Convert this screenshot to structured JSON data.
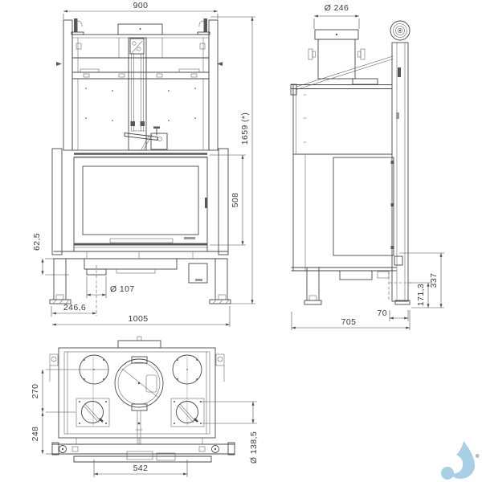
{
  "title": "fireplace-technical-drawing",
  "colors": {
    "line": "#474747",
    "logo": "#a9cfe4"
  },
  "dims": {
    "front": {
      "width_top": "900",
      "overall_height": "1659 (*)",
      "glass_height": "508",
      "base_gap": "62,5",
      "outlet_dia": "Ø 107",
      "outlet_offset": "246,6",
      "base_width": "1005"
    },
    "side": {
      "flue_dia": "Ø 246",
      "underside_height": "337",
      "leg_height": "171,3",
      "rear_foot_offset": "70",
      "depth": "705"
    },
    "plan": {
      "port_row_spacing": "270",
      "rear_row_spacing": "248",
      "inlet_spacing": "542",
      "inlet_dia": "Ø 138,5"
    }
  },
  "logo": {
    "registered_mark": "®"
  }
}
